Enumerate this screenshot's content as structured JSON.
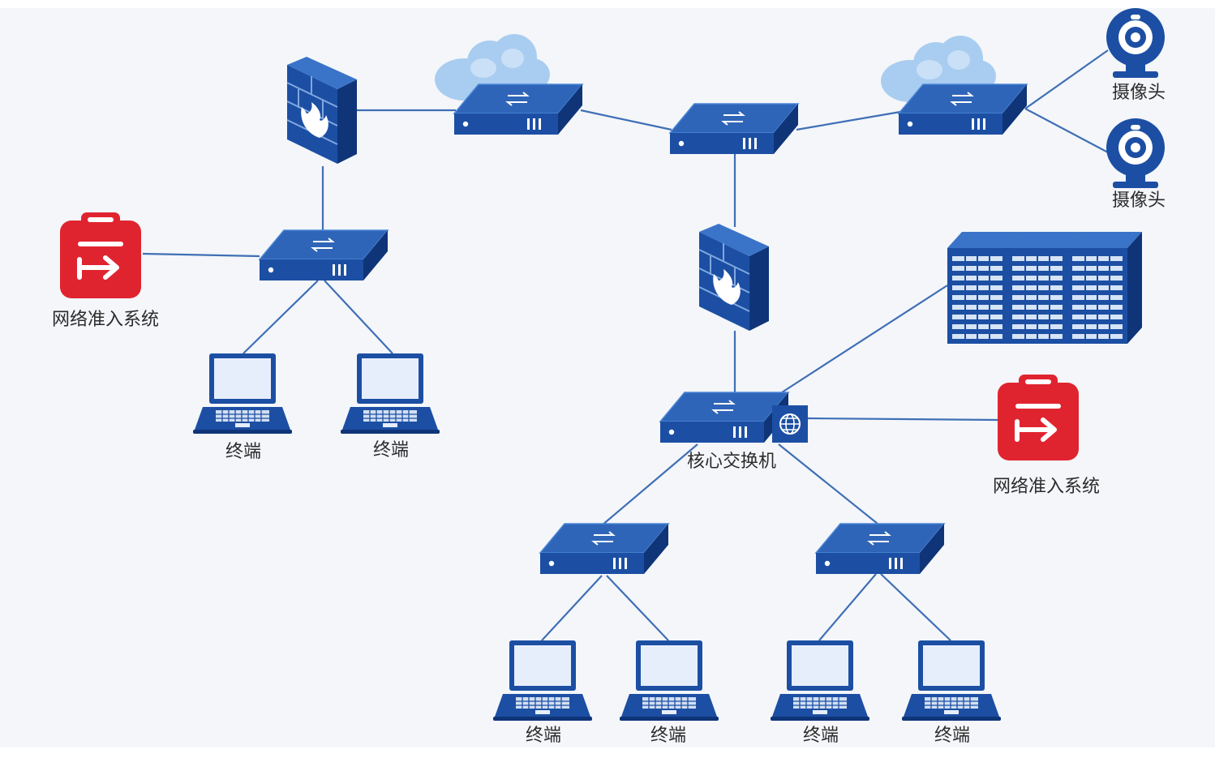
{
  "labels": {
    "camera": "摄像头",
    "nac": "网络准入系统",
    "terminal": "终端",
    "core_switch": "核心交换机"
  },
  "colors": {
    "background": "#f4f6fa",
    "device_blue": "#1c4fa3",
    "device_dark": "#0f3478",
    "link_line": "#3f6fb5",
    "nac_red": "#e0242f",
    "cloud": "#a9cdf0"
  },
  "icons": [
    "firewall-icon",
    "cloud-icon",
    "switch-icon",
    "server-rack-icon",
    "camera-icon",
    "network-access-icon",
    "laptop-icon",
    "globe-icon"
  ]
}
